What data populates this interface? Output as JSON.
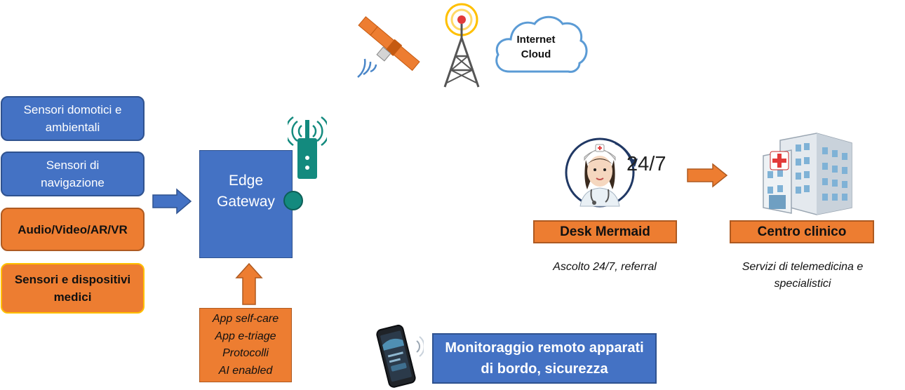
{
  "sensors": {
    "home": "Sensori domotici e ambientali",
    "navigation": "Sensori di navigazione",
    "audio_video": "Audio/Video/AR/VR",
    "medical": "Sensori e dispositivi medici"
  },
  "gateway": {
    "label": "Edge Gateway"
  },
  "apps": [
    "App self-care",
    "App e-triage",
    "Protocolli",
    "AI enabled"
  ],
  "cloud": {
    "label": "Internet Cloud"
  },
  "desk": {
    "badge": "24/7",
    "label": "Desk Mermaid",
    "caption": "Ascolto 24/7, referral"
  },
  "clinic": {
    "label": "Centro clinico",
    "caption": "Servizi di telemedicina e specialistici"
  },
  "monitoring": {
    "label": "Monitoraggio remoto apparati di bordo, sicurezza"
  },
  "colors": {
    "blue": "#4472c4",
    "orange": "#ed7d31",
    "teal": "#138a7e",
    "gold": "#ffc000"
  }
}
